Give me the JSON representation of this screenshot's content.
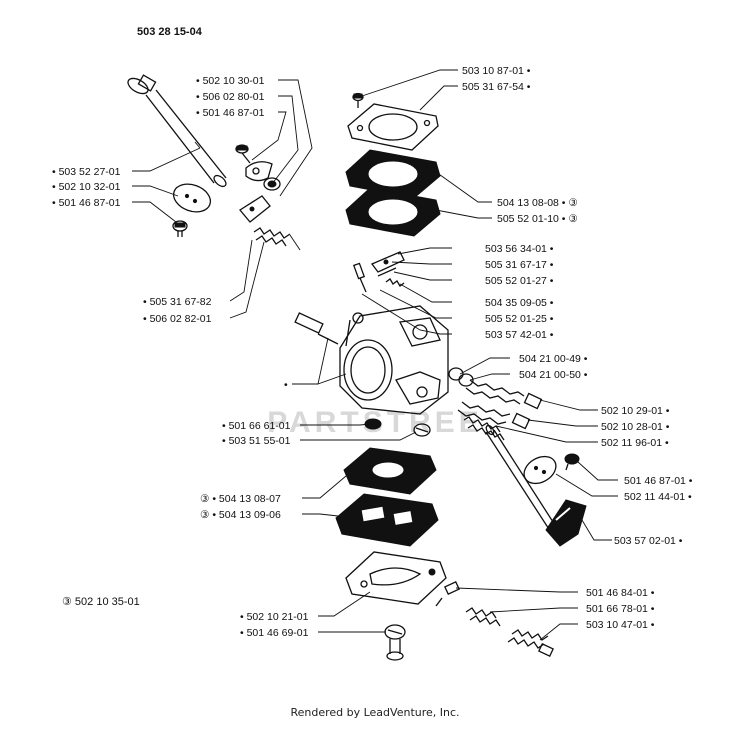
{
  "diagram": {
    "title": "503 28 15-04",
    "kit_note": "③ 502 10 35-01",
    "footer": "Rendered by LeadVenture, Inc.",
    "watermark": "PARTSTREE",
    "callouts": {
      "c1": "• 502 10 30-01",
      "c2": "• 506 02 80-01",
      "c3": "• 501 46 87-01",
      "c4": "• 503 52 27-01",
      "c5": "• 502 10 32-01",
      "c6": "• 501 46 87-01",
      "c7": "• 505 31 67-82",
      "c8": "• 506 02 82-01",
      "c9": "503 10 87-01  •",
      "c10": "505 31 67-54  •",
      "c11": "504 13 08-08  • ③",
      "c12": "505 52 01-10  • ③",
      "c13": "503 56 34-01  •",
      "c14": "505 31 67-17  •",
      "c15": "505 52 01-27  •",
      "c16": "504 35 09-05  •",
      "c17": "505 52 01-25  •",
      "c18": "503 57 42-01  •",
      "c19": "504 21 00-49  •",
      "c20": "504 21 00-50  •",
      "c21": "•",
      "c22": "502 10 29-01  •",
      "c23": "502 10 28-01  •",
      "c24": "502 11 96-01  •",
      "c25": "• 501 66 61-01",
      "c26": "• 503 51 55-01",
      "c27": "501 46 87-01  •",
      "c28": "502 11 44-01  •",
      "c29": "③ • 504 13 08-07",
      "c30": "③ • 504 13 09-06",
      "c31": "503 57 02-01  •",
      "c32": "501 46 84-01  •",
      "c33": "501 66 78-01  •",
      "c34": "• 502 10 21-01",
      "c35": "503 10 47-01  •",
      "c36": "• 501 46 69-01"
    }
  }
}
